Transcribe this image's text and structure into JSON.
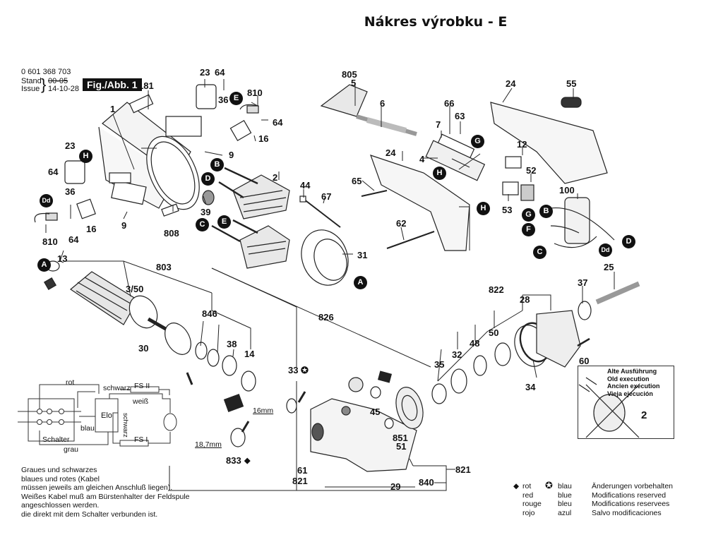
{
  "page_title": "Nákres výrobku - E",
  "header": {
    "part_number": "0 601 368 703",
    "stand_label": "Stand",
    "issue_label": "Issue",
    "stand_date_struck": "00-05",
    "issue_date": "14-10-28",
    "figure_label": "Fig./Abb. 1"
  },
  "part_labels": [
    {
      "id": "181"
    },
    {
      "id": "1"
    },
    {
      "id": "23"
    },
    {
      "id": "64"
    },
    {
      "id": "36"
    },
    {
      "id": "810"
    },
    {
      "id": "16"
    },
    {
      "id": "9"
    },
    {
      "id": "2"
    },
    {
      "id": "39"
    },
    {
      "id": "808"
    },
    {
      "id": "44"
    },
    {
      "id": "67"
    },
    {
      "id": "31"
    },
    {
      "id": "805"
    },
    {
      "id": "5"
    },
    {
      "id": "6"
    },
    {
      "id": "66"
    },
    {
      "id": "63"
    },
    {
      "id": "7"
    },
    {
      "id": "4"
    },
    {
      "id": "24"
    },
    {
      "id": "55"
    },
    {
      "id": "12"
    },
    {
      "id": "52"
    },
    {
      "id": "53"
    },
    {
      "id": "65"
    },
    {
      "id": "62"
    },
    {
      "id": "100"
    },
    {
      "id": "25"
    },
    {
      "id": "13"
    },
    {
      "id": "803"
    },
    {
      "id": "3/50"
    },
    {
      "id": "30"
    },
    {
      "id": "846"
    },
    {
      "id": "38"
    },
    {
      "id": "14"
    },
    {
      "id": "826"
    },
    {
      "id": "33"
    },
    {
      "id": "822"
    },
    {
      "id": "37"
    },
    {
      "id": "28"
    },
    {
      "id": "50"
    },
    {
      "id": "48"
    },
    {
      "id": "32"
    },
    {
      "id": "35"
    },
    {
      "id": "34"
    },
    {
      "id": "60"
    },
    {
      "id": "45"
    },
    {
      "id": "851"
    },
    {
      "id": "51"
    },
    {
      "id": "61"
    },
    {
      "id": "821"
    },
    {
      "id": "29"
    },
    {
      "id": "840"
    },
    {
      "id": "833"
    }
  ],
  "labels": {
    "l181": "181",
    "l1": "1",
    "l23a": "23",
    "l64a": "64",
    "l36a": "36",
    "l810a": "810",
    "l64b": "64",
    "l16a": "16",
    "l9a": "9",
    "l23b": "23",
    "l64c": "64",
    "l36b": "36",
    "l16b": "16",
    "l9b": "9",
    "l810b": "810",
    "l64d": "64",
    "l808": "808",
    "l2": "2",
    "l39": "39",
    "l44": "44",
    "l67": "67",
    "l31": "31",
    "l805": "805",
    "l5": "5",
    "l6": "6",
    "l66": "66",
    "l63": "63",
    "l7": "7",
    "l4": "4",
    "l24a": "24",
    "l55": "55",
    "l12": "12",
    "l52": "52",
    "l53": "53",
    "l24b": "24",
    "l65": "65",
    "l62": "62",
    "l100": "100",
    "l25": "25",
    "l13": "13",
    "l803": "803",
    "l350": "3/50",
    "l30": "30",
    "l846": "846",
    "l38": "38",
    "l14": "14",
    "l826": "826",
    "l33": "33",
    "l822": "822",
    "l37": "37",
    "l28": "28",
    "l50": "50",
    "l48": "48",
    "l32": "32",
    "l35": "35",
    "l34": "34",
    "l60": "60",
    "l45": "45",
    "l851": "851",
    "l51": "51",
    "l61": "61",
    "l821a": "821",
    "l821b": "821",
    "l29": "29",
    "l840": "840",
    "l833": "833",
    "l2b": "2"
  },
  "connector_badges": {
    "E1": "E",
    "H1": "H",
    "D1": "D",
    "Dd1": "Dd",
    "B1": "B",
    "C1": "C",
    "E2": "E",
    "A1": "A",
    "G1": "G",
    "H2": "H",
    "H3": "H",
    "G2": "G",
    "B2": "B",
    "F1": "F",
    "C2": "C",
    "Dd2": "Dd",
    "D2": "D",
    "A2": "A"
  },
  "dimensions": {
    "d16": "16mm",
    "d187": "18,7mm"
  },
  "wiring": {
    "rot": "rot",
    "schwarz_top": "schwarz",
    "fs2": "FS II",
    "weiss": "weiß",
    "elo": "Elo",
    "blau": "blau",
    "schwarz_vert": "schwarz",
    "fs1": "FS I",
    "schalter": "Schalter",
    "grau": "grau"
  },
  "note_lines": [
    "Graues und schwarzes",
    "blaues und rotes (Kabel",
    "müssen jeweils am gleichen Anschluß liegen).",
    "Weißes Kabel muß am Bürstenhalter der Feldspule",
    "angeschlossen werden.",
    "die direkt mit dem Schalter verbunden ist."
  ],
  "old_execution": [
    "Alte Ausführung",
    "Old execution",
    "Ancien exécution",
    "Vieja ejecución"
  ],
  "legend": {
    "rot": [
      "rot",
      "red",
      "rouge",
      "rojo"
    ],
    "blau": [
      "blau",
      "blue",
      "bleu",
      "azul"
    ],
    "modifications": [
      "Änderungen vorbehalten",
      "Modifications reserved",
      "Modifications reservees",
      "Salvo modificaciones"
    ]
  }
}
